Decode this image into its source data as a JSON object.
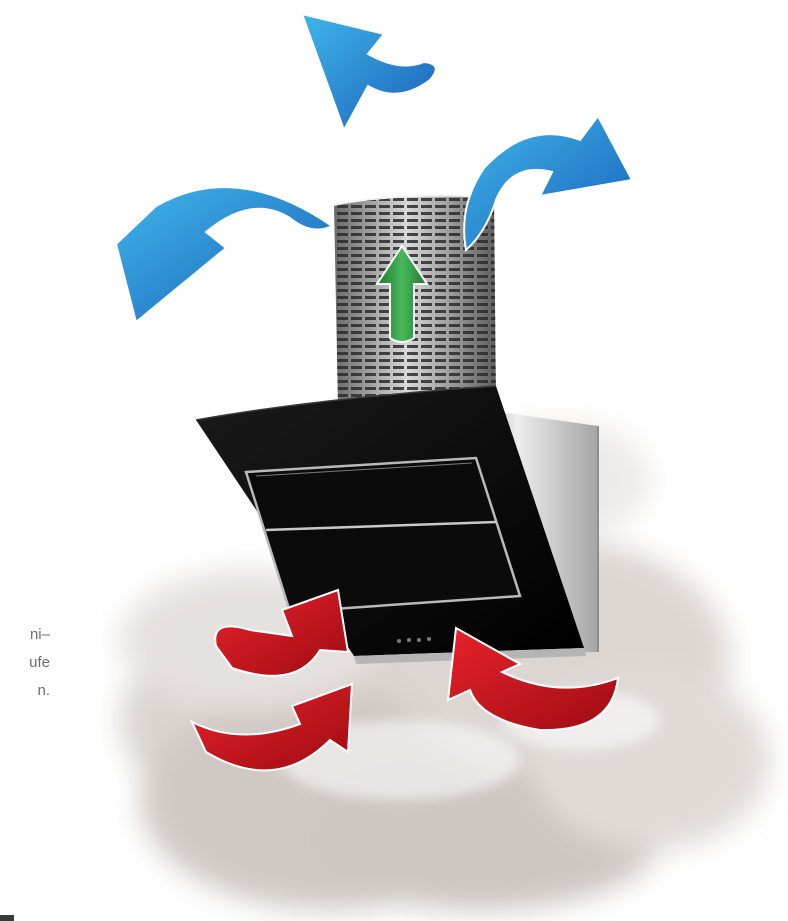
{
  "product": {
    "name": "cooker-hood",
    "glass_color": "#050505",
    "steel_color": "#c9c9c9"
  },
  "side_text": {
    "line1": "ni–",
    "line2": "ufe",
    "line3": "n."
  },
  "colors": {
    "exhaust_arrow": "#1e74c8",
    "exhaust_arrow_light": "#3fb6ea",
    "intake_arrow": "#e01b24",
    "intake_arrow_dark": "#9e0c12",
    "filter_arrow": "#2ea043",
    "steam": "#cfc8c4"
  }
}
